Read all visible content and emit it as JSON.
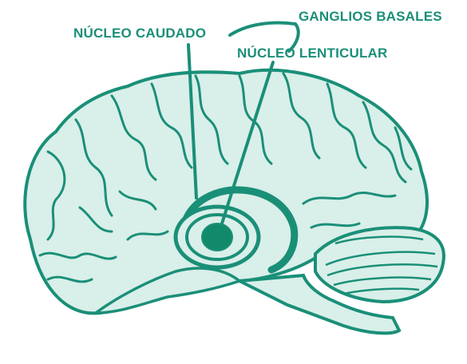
{
  "colors": {
    "ink": "#1a8f78",
    "fill": "#d9efe9",
    "nucleus": "#118a6c"
  },
  "labels": {
    "basal_ganglia": "GANGLIOS BASALES",
    "caudate_nucleus": "NÚCLEO CAUDADO",
    "lenticular_nucleus": "NÚCLEO LENTICULAR"
  }
}
